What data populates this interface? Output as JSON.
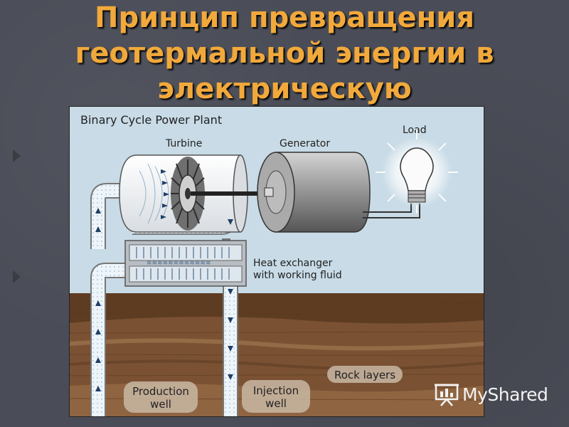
{
  "title_lines": [
    "Принцип превращения",
    "геотермальной энергии в",
    "электрическую"
  ],
  "diagram": {
    "heading": "Binary Cycle Power Plant",
    "turbine_label": "Turbine",
    "generator_label": "Generator",
    "load_label": "Load",
    "heat_exchanger_label_1": "Heat exchanger",
    "heat_exchanger_label_2": "with working fluid",
    "rock_label": "Rock layers",
    "production_label_1": "Production",
    "production_label_2": "well",
    "injection_label_1": "Injection",
    "injection_label_2": "well"
  },
  "watermark": {
    "text": "MyShared",
    "icon": "presentation-board-icon"
  },
  "colors": {
    "title": "#f2a93b",
    "sky": "#c8dbe6",
    "ground_top": "#6e4a2e",
    "ground_mid": "#8a6040",
    "pipe_fill": "#eaf2f8",
    "arrow": "#1f3f66",
    "generator": "#9a9a9a"
  }
}
